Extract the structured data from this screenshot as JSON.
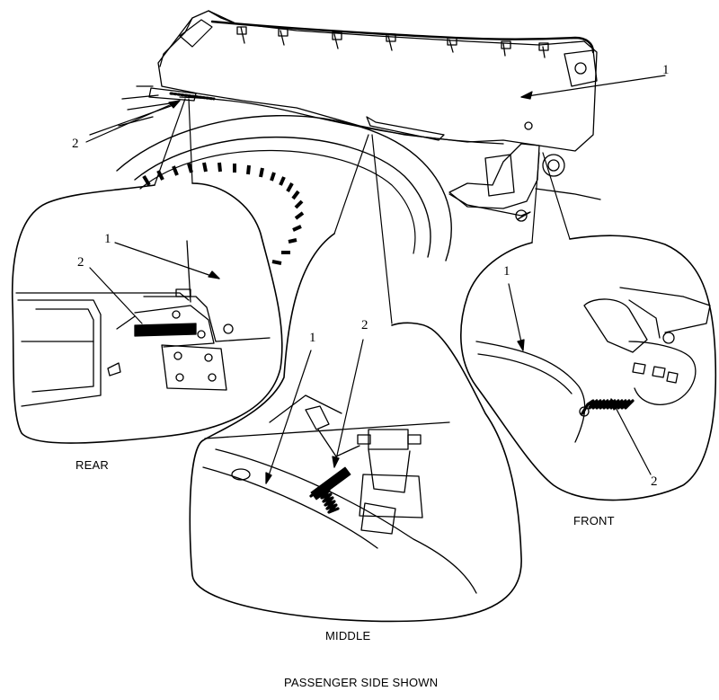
{
  "callouts": {
    "top_1": "1",
    "top_2": "2",
    "rear_1": "1",
    "rear_2": "2",
    "middle_1": "1",
    "middle_2": "2",
    "front_1": "1",
    "front_2": "2"
  },
  "captions": {
    "rear": "REAR",
    "middle": "MIDDLE",
    "front": "FRONT",
    "footer": "PASSENGER SIDE SHOWN"
  },
  "colors": {
    "ink": "#000000",
    "paper": "#ffffff"
  }
}
